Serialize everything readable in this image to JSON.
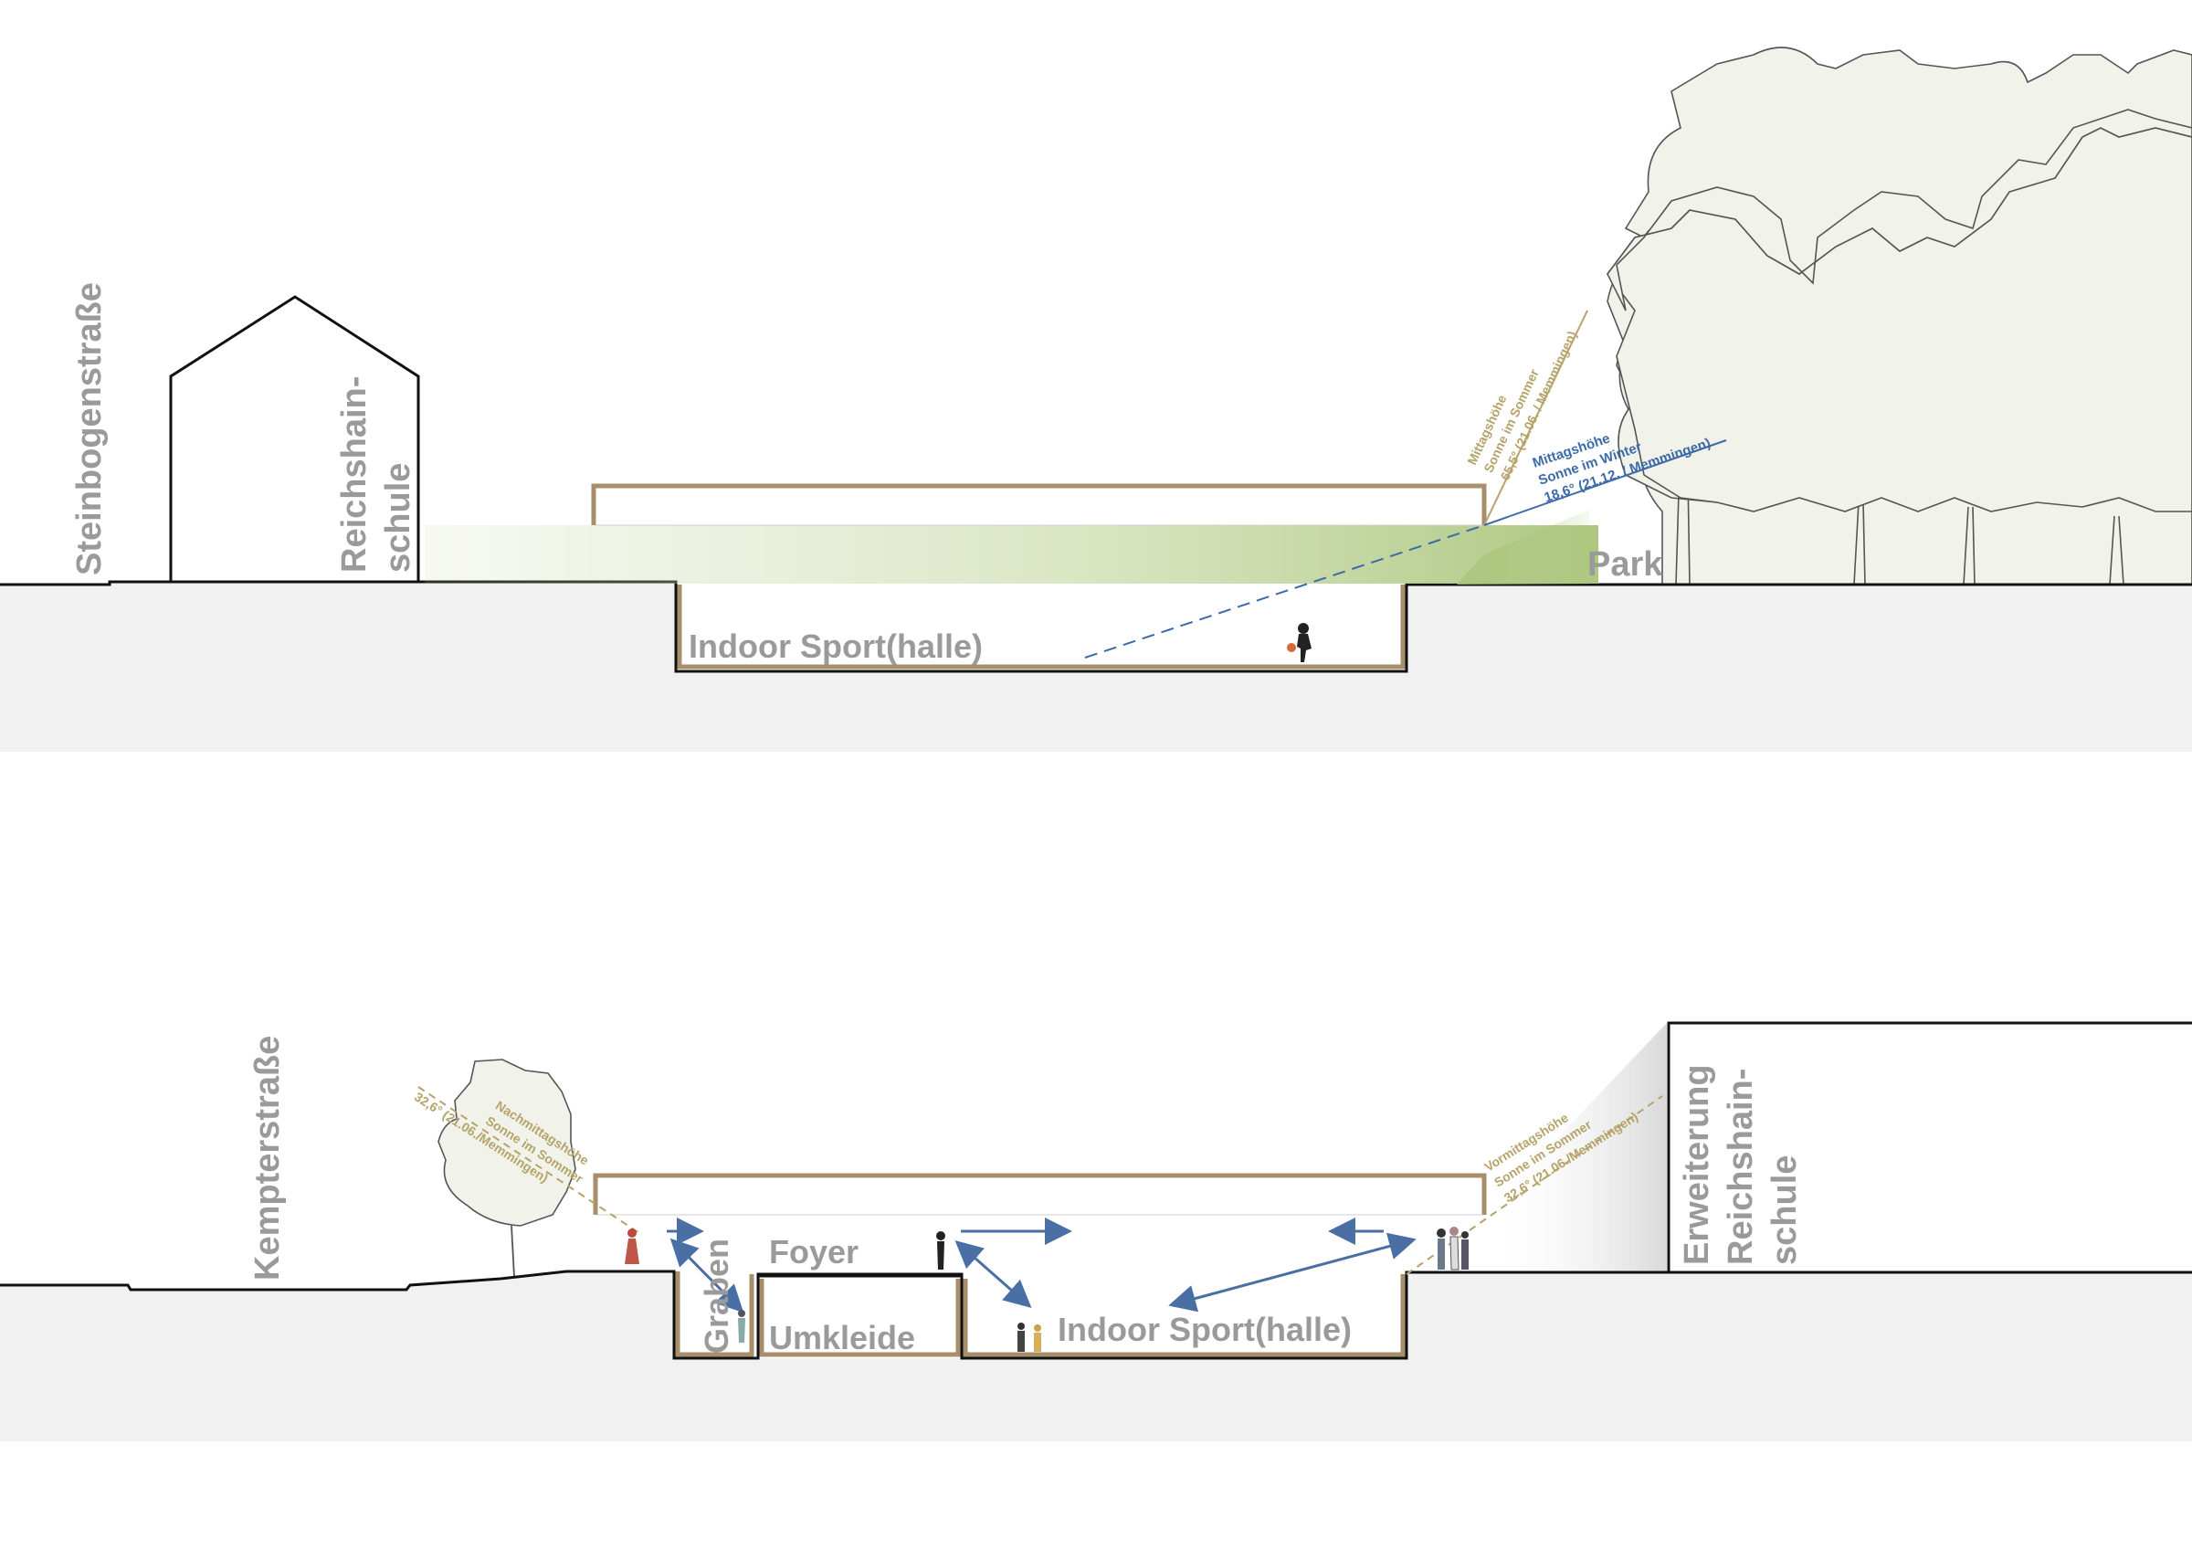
{
  "section_top": {
    "street": "Steinbogenstraße",
    "building_line1": "Reichshain-",
    "building_line2": "schule",
    "hall": "Indoor Sport(halle)",
    "park": "Park",
    "sun_summer": {
      "line1": "Mittagshöhe",
      "line2": "Sonne im Sommer",
      "line3": "65,5° (21.06. / Memmingen)"
    },
    "sun_winter": {
      "line1": "Mittagshöhe",
      "line2": "Sonne im Winter",
      "line3": "18,6° (21.12. / Memmingen)"
    }
  },
  "section_bottom": {
    "street": "Kempterstraße",
    "graben": "Graben",
    "foyer": "Foyer",
    "umkleide": "Umkleide",
    "hall": "Indoor Sport(halle)",
    "extension_line1": "Erweiterung",
    "extension_line2": "Reichshain-",
    "extension_line3": "schule",
    "sun_afternoon": {
      "line1": "Nachmittagshöhe",
      "line2": "Sonne im Sommer",
      "line3": "32,6° (21.06./Memmingen)"
    },
    "sun_morning": {
      "line1": "Vormittagshöhe",
      "line2": "Sonne im Sommer",
      "line3": "32,6° (21.06./Memmingen)"
    }
  },
  "colors": {
    "wood": "#a88f6c",
    "label_grey": "#9a9a9a",
    "sun_gold": "#b5a36a",
    "sun_blue": "#3d6aa8",
    "arrow_blue": "#4a6fa5",
    "green": "#a9c47a"
  }
}
